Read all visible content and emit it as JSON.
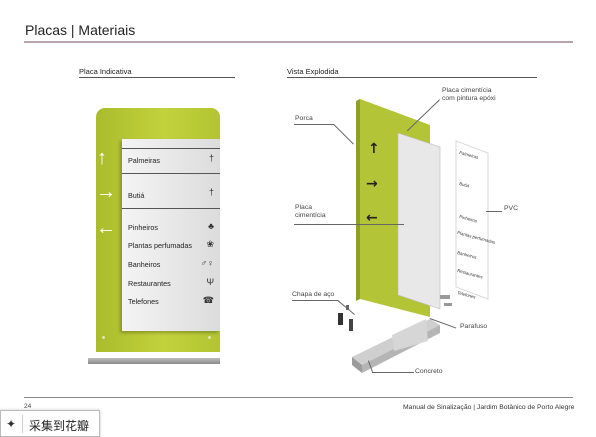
{
  "header": {
    "title": "Placas | Materiais"
  },
  "section_left": {
    "label": "Placa Indicativa"
  },
  "section_right": {
    "label": "Vista Explodida"
  },
  "sign": {
    "panel_color": "#b7c836",
    "items": [
      {
        "label": "Palmeiras",
        "icon": "palm-tree-icon",
        "glyph": "†"
      },
      {
        "label": "Butiá",
        "icon": "palm-icon",
        "glyph": "†"
      },
      {
        "label": "Pinheiros",
        "icon": "pine-tree-icon",
        "glyph": "♣"
      },
      {
        "label": "Plantas perfumadas",
        "icon": "flower-icon",
        "glyph": "❀"
      },
      {
        "label": "Banheiros",
        "icon": "restroom-icon",
        "glyph": "♂♀"
      },
      {
        "label": "Restaurantes",
        "icon": "cutlery-icon",
        "glyph": "Ψ"
      },
      {
        "label": "Telefones",
        "icon": "telephone-icon",
        "glyph": "☎"
      }
    ],
    "arrows": [
      {
        "icon": "arrow-up-icon",
        "glyph": "↑"
      },
      {
        "icon": "arrow-right-icon",
        "glyph": "→"
      },
      {
        "icon": "arrow-left-icon",
        "glyph": "←"
      }
    ]
  },
  "exploded": {
    "callouts": {
      "placa_cimenticia_pintura": "Placa cimentícia\ncom pintura epóxi",
      "porca": "Porca",
      "placa_cimenticia": "Placa\ncimentícia",
      "pvc": "PVC",
      "chapa_aco": "Chapa de aço",
      "parafuso": "Parafuso",
      "concreto": "Concreto"
    },
    "plate_items": [
      "Palmeiras",
      "Butiá",
      "Pinheiros",
      "Plantas perfumadas",
      "Banheiros",
      "Restaurantes",
      "Telefones"
    ]
  },
  "footer": {
    "page_number": "24",
    "title": "Manual de Sinalização | Jardim Botânico de Porto Alegre"
  },
  "overlay": {
    "text": "采集到花瓣",
    "icon": "pin-icon"
  }
}
